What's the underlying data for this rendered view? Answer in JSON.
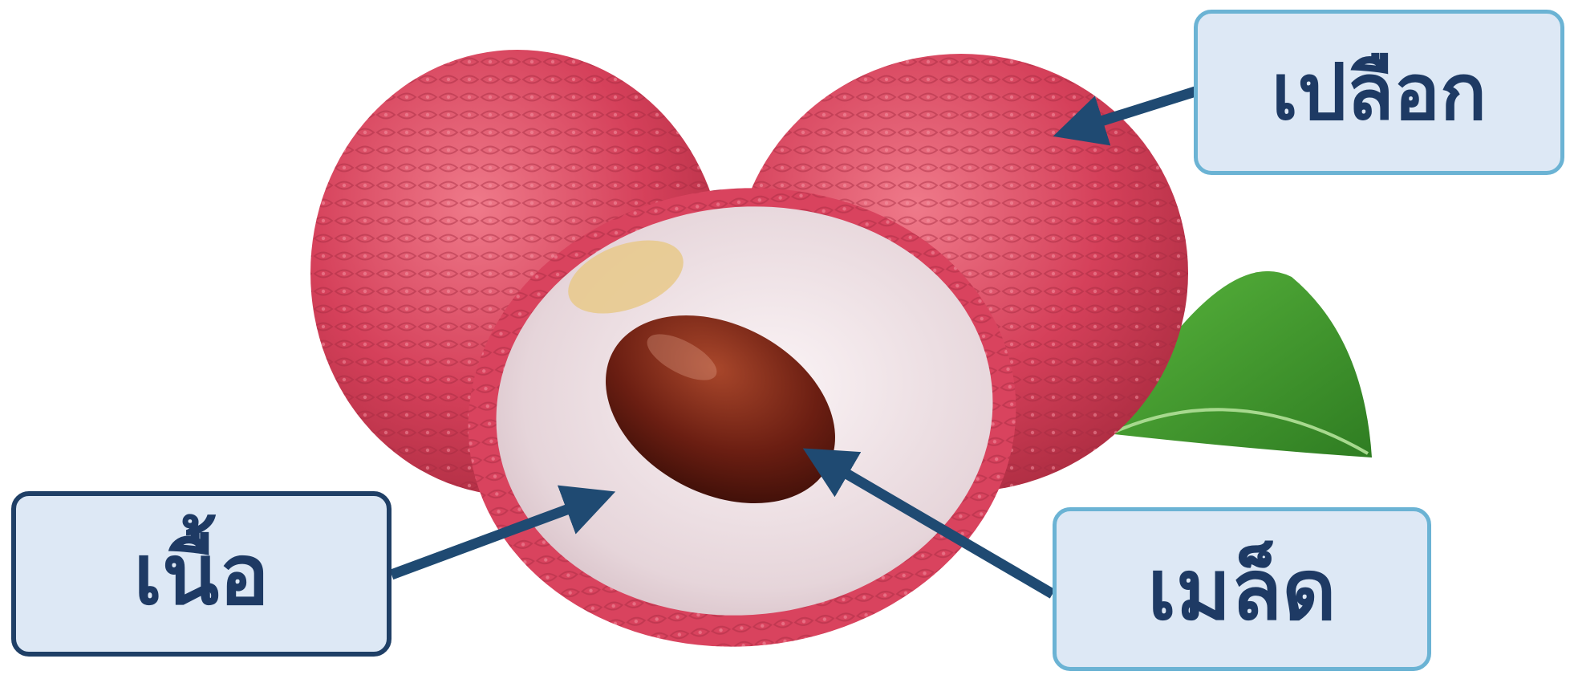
{
  "labels": {
    "skin": "เปลือก",
    "flesh": "เนื้อ",
    "seed": "เมล็ด"
  },
  "colors": {
    "label_fill": "#dde8f5",
    "label_text": "#1e3a64",
    "arrow": "#1f4a72",
    "border_light": "#6bb3d4",
    "border_dark": "#1f3f66",
    "skin": "#d23c55",
    "flesh": "#e9dde0",
    "seed": "#6a1f12",
    "leaf": "#3f9a2f"
  }
}
